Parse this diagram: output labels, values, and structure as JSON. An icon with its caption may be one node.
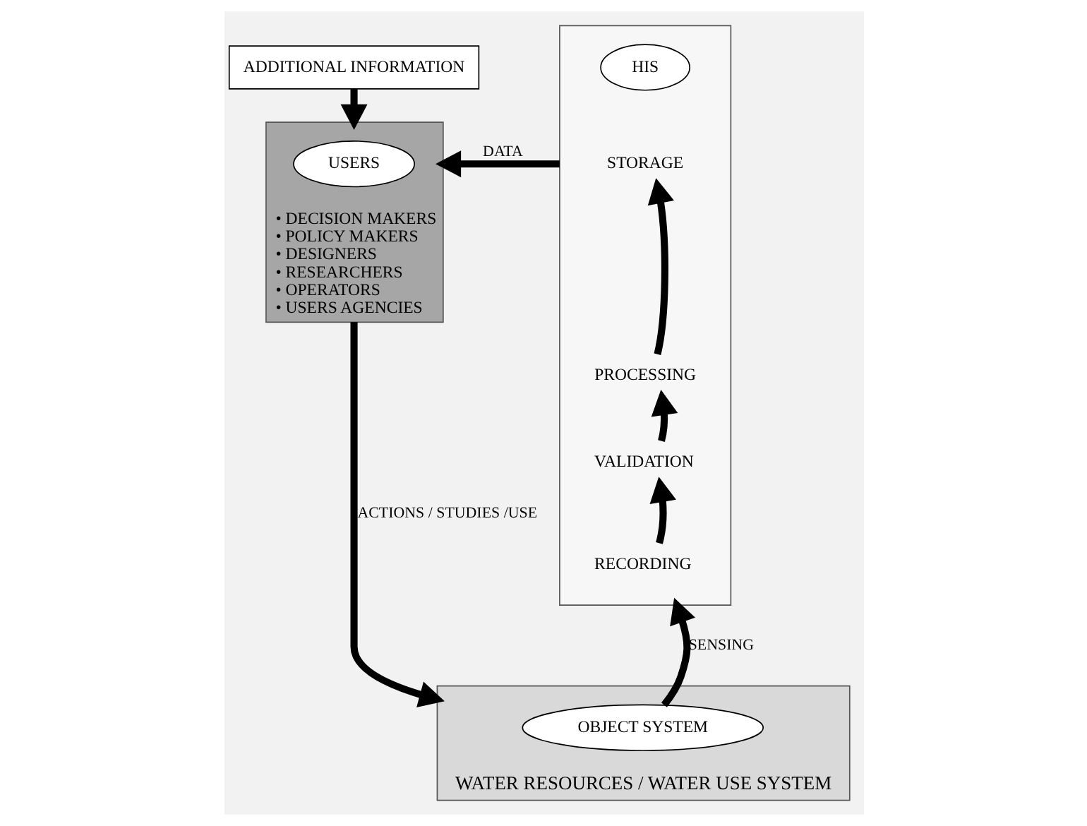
{
  "diagram": {
    "nodes": [
      {
        "text": [
          "ADDITIONAL INFORMATION"
        ]
      },
      {
        "text": [
          "• DECISION MAKERS",
          "• POLICY MAKERS",
          "• DESIGNERS",
          "• RESEARCHERS",
          "• OPERATORS",
          "• USERS AGENCIES"
        ]
      },
      {
        "text": [
          "USERS"
        ],
        "in": 1
      },
      {
        "text": [],
        "shape": "box"
      },
      {
        "text": [
          "HIS"
        ],
        "in": 3
      },
      {
        "text": [
          "STORAGE"
        ],
        "in": 3
      },
      {
        "text": [
          "PROCESSING"
        ],
        "in": 3
      },
      {
        "text": [
          "VALIDATION"
        ],
        "in": 3
      },
      {
        "text": [
          "RECORDING"
        ],
        "in": 3
      },
      {
        "text": [
          "WATER RESOURCES / WATER USE SYSTEM"
        ]
      },
      {
        "text": [
          "OBJECT SYSTEM"
        ],
        "in": 9
      }
    ],
    "edges": [
      {
        "from": 0,
        "to": 1,
        "arrow": "to"
      },
      {
        "from": 3,
        "to": 1,
        "arrow": "to",
        "label": "DATA"
      },
      {
        "from": 8,
        "to": 7,
        "arrow": "to"
      },
      {
        "from": 7,
        "to": 6,
        "arrow": "to"
      },
      {
        "from": 6,
        "to": 5,
        "arrow": "to"
      },
      {
        "from": 1,
        "to": 9,
        "arrow": "to",
        "label": "ACTIONS / STUDIES /USE"
      },
      {
        "from": 10,
        "to": 3,
        "arrow": "to",
        "label": "SENSING"
      }
    ]
  }
}
